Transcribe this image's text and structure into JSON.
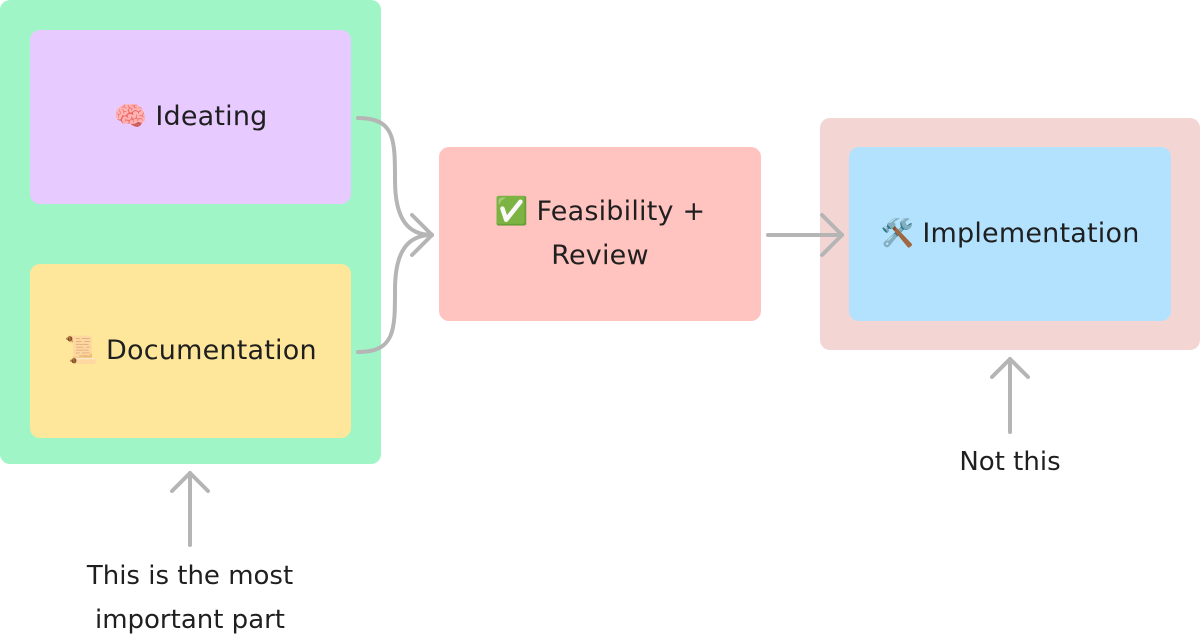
{
  "nodes": {
    "ideating": {
      "icon": "🧠",
      "label": "Ideating"
    },
    "documentation": {
      "icon": "📜",
      "label": "Documentation"
    },
    "feasibility": {
      "icon": "✅",
      "label_line1": "Feasibility +",
      "label_line2": "Review"
    },
    "implementation": {
      "icon": "🛠️",
      "label": "Implementation"
    }
  },
  "notes": {
    "left_line1": "This is the most",
    "left_line2": "important part",
    "right": "Not this"
  },
  "colors": {
    "left_group": "#9ff5c5",
    "ideating": "#e7caff",
    "documentation": "#fee79a",
    "feasibility": "#ffc3c0",
    "right_group": "#f3d6d4",
    "implementation": "#b3e2fe",
    "arrow": "#b5b5b5"
  }
}
